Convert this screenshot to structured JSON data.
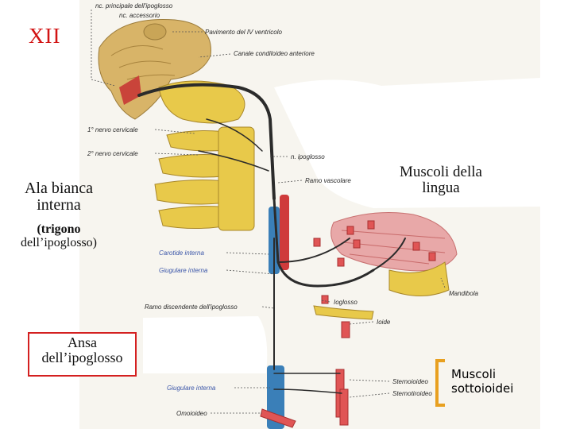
{
  "slide": {
    "title": "XII",
    "labels": {
      "ala_bianca_line1": "Ala bianca",
      "ala_bianca_line2": "interna",
      "trigono_line1": "(trigono",
      "trigono_line2": "dell’ipoglosso)",
      "muscoli_lingua_line1": "Muscoli della",
      "muscoli_lingua_line2": "lingua",
      "ansa_line1": "Ansa",
      "ansa_line2": "dell’ipoglosso",
      "sottoioidei_line1": "Muscoli",
      "sottoioidei_line2": "sottoioidei"
    }
  },
  "figure": {
    "annotations": {
      "nc_principale": "nc. principale dell'ipoglosso",
      "nc_accessorio": "nc. accessorio",
      "pavimento": "Pavimento del IV ventricolo",
      "canale": "Canale condiloideo anteriore",
      "nervo_cervicale_1": "1° nervo cervicale",
      "nervo_cervicale_2": "2° nervo cervicale",
      "n_ipoglosso": "n. ipoglosso",
      "ramo_vascolare": "Ramo vascolare",
      "carotide": "Carotide interna",
      "giugulare_interna_1": "Giugulare interna",
      "ramo_discendente": "Ramo discendente dell'ipoglosso",
      "mandibola": "Mandibola",
      "ioglosso": "Ioglosso",
      "ioide": "Ioide",
      "giugulare_interna_2": "Giugulare interna",
      "sternoioideo": "Sternoioideo",
      "sternotiroideo": "Sternotiroideo",
      "omoioideo": "Omoioideo"
    },
    "colors": {
      "nerve": "#2b2b2b",
      "bone": "#e8c94a",
      "brainstem": "#d8b468",
      "vein": "#3a7fb8",
      "artery": "#cf3b3b",
      "muscle": "#e05555",
      "tongue": "#e8a8a8",
      "accent_red": "#d21414"
    }
  }
}
